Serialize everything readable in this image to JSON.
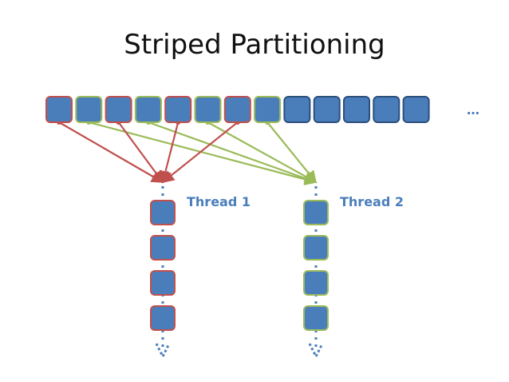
{
  "slide": {
    "title": "Striped Partitioning",
    "ellipsis": "…"
  },
  "threads": [
    {
      "label": "Thread 1"
    },
    {
      "label": "Thread 2"
    }
  ],
  "colors": {
    "block_fill": "#4a7ebb",
    "block_default_stroke": "#2c4f7c",
    "thread1_stroke": "#c0504d",
    "thread2_stroke": "#9bbb59",
    "dotted_axis": "#4a7ebb"
  },
  "partition": {
    "input_blocks": 13,
    "assignment": [
      1,
      2,
      1,
      2,
      1,
      2,
      1,
      2,
      0,
      0,
      0,
      0,
      0
    ],
    "thread1_output_blocks": 4,
    "thread2_output_blocks": 4
  }
}
